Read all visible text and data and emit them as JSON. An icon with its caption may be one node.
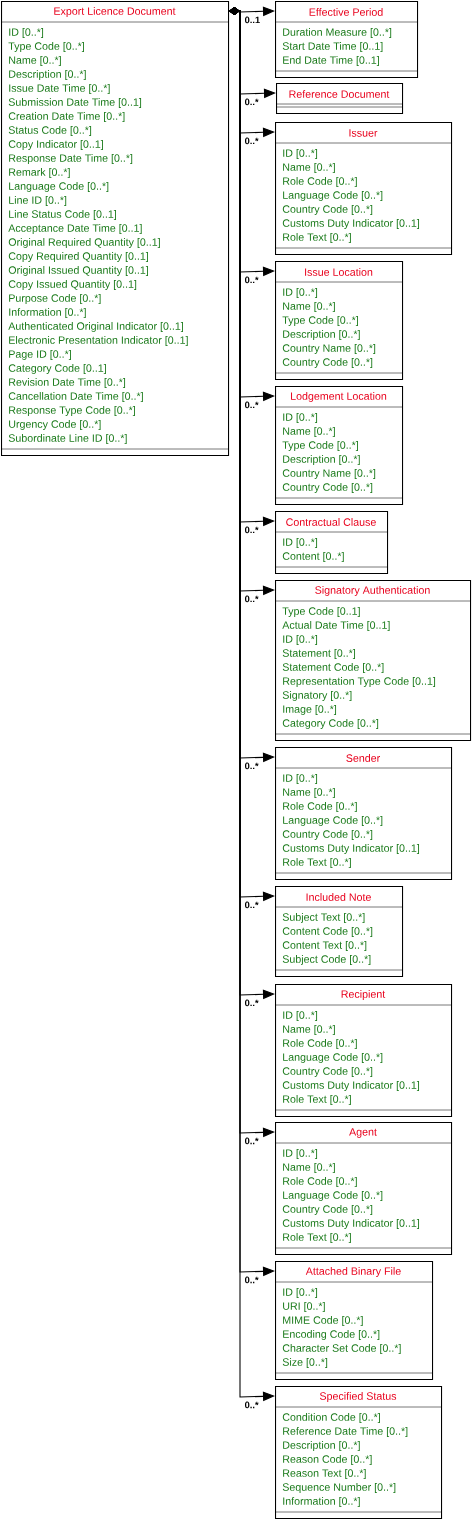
{
  "diagram": {
    "nodes": [
      {
        "text": [
          "Export Licence Document",
          "ID [0..*]",
          "Type Code [0..*]",
          "Name [0..*]",
          "Description [0..*]",
          "Issue Date Time [0..*]",
          "Submission Date Time [0..1]",
          "Creation Date Time [0..*]",
          "Status Code [0..*]",
          "Copy Indicator [0..1]",
          "Response Date Time [0..*]",
          "Remark [0..*]",
          "Language Code [0..*]",
          "Line ID [0..*]",
          "Line Status Code [0..1]",
          "Acceptance Date Time [0..1]",
          "Original Required Quantity [0..1]",
          "Copy Required Quantity [0..1]",
          "Original Issued Quantity [0..1]",
          "Copy Issued Quantity [0..1]",
          "Purpose Code [0..*]",
          "Information [0..*]",
          "Authenticated Original Indicator [0..1]",
          "Electronic Presentation Indicator [0..1]",
          "Page ID [0..*]",
          "Category Code [0..1]",
          "Revision Date Time [0..*]",
          "Cancellation Date Time [0..*]",
          "Response Type Code [0..*]",
          "Urgency Code [0..*]",
          "Subordinate Line ID [0..*]"
        ]
      },
      {
        "text": [
          "Effective Period",
          "Duration Measure [0..*]",
          "Start Date Time [0..1]",
          "End Date Time [0..1]"
        ]
      },
      {
        "text": [
          "Reference Document"
        ]
      },
      {
        "text": [
          "Issuer",
          "ID [0..*]",
          "Name [0..*]",
          "Role Code [0..*]",
          "Language Code [0..*]",
          "Country Code [0..*]",
          "Customs Duty Indicator [0..1]",
          "Role Text [0..*]"
        ]
      },
      {
        "text": [
          "Issue Location",
          "ID [0..*]",
          "Name [0..*]",
          "Type Code [0..*]",
          "Description [0..*]",
          "Country Name [0..*]",
          "Country Code [0..*]"
        ]
      },
      {
        "text": [
          "Lodgement Location",
          "ID [0..*]",
          "Name [0..*]",
          "Type Code [0..*]",
          "Description [0..*]",
          "Country Name [0..*]",
          "Country Code [0..*]"
        ]
      },
      {
        "text": [
          "Contractual Clause",
          "ID [0..*]",
          "Content [0..*]"
        ]
      },
      {
        "text": [
          "Signatory Authentication",
          "Type Code [0..1]",
          "Actual Date Time [0..1]",
          "ID [0..*]",
          "Statement [0..*]",
          "Statement Code [0..*]",
          "Representation Type Code [0..1]",
          "Signatory [0..*]",
          "Image [0..*]",
          "Category Code [0..*]"
        ]
      },
      {
        "text": [
          "Sender",
          "ID [0..*]",
          "Name [0..*]",
          "Role Code [0..*]",
          "Language Code [0..*]",
          "Country Code [0..*]",
          "Customs Duty Indicator [0..1]",
          "Role Text [0..*]"
        ]
      },
      {
        "text": [
          "Included Note",
          "Subject Text [0..*]",
          "Content Code [0..*]",
          "Content Text [0..*]",
          "Subject Code [0..*]"
        ]
      },
      {
        "text": [
          "Recipient",
          "ID [0..*]",
          "Name [0..*]",
          "Role Code [0..*]",
          "Language Code [0..*]",
          "Country Code [0..*]",
          "Customs Duty Indicator [0..1]",
          "Role Text [0..*]"
        ]
      },
      {
        "text": [
          "Agent",
          "ID [0..*]",
          "Name [0..*]",
          "Role Code [0..*]",
          "Language Code [0..*]",
          "Country Code [0..*]",
          "Customs Duty Indicator [0..1]",
          "Role Text [0..*]"
        ]
      },
      {
        "text": [
          "Attached Binary File",
          "ID [0..*]",
          "URI [0..*]",
          "MIME Code [0..*]",
          "Encoding Code [0..*]",
          "Character Set Code [0..*]",
          "Size [0..*]"
        ]
      },
      {
        "text": [
          "Specified Status",
          "Condition Code [0..*]",
          "Reference Date Time [0..*]",
          "Description [0..*]",
          "Reason Code [0..*]",
          "Reason Text [0..*]",
          "Sequence Number [0..*]",
          "Information [0..*]"
        ]
      }
    ],
    "edges": [
      {
        "from": 0,
        "to": 1,
        "arrow": "to",
        "label": "0..1"
      },
      {
        "from": 0,
        "to": 2,
        "arrow": "to",
        "label": "0..*"
      },
      {
        "from": 0,
        "to": 3,
        "arrow": "to",
        "label": "0..*"
      },
      {
        "from": 0,
        "to": 4,
        "arrow": "to",
        "label": "0..*"
      },
      {
        "from": 0,
        "to": 5,
        "arrow": "to",
        "label": "0..*"
      },
      {
        "from": 0,
        "to": 6,
        "arrow": "to",
        "label": "0..*"
      },
      {
        "from": 0,
        "to": 7,
        "arrow": "to",
        "label": "0..*"
      },
      {
        "from": 0,
        "to": 8,
        "arrow": "to",
        "label": "0..*"
      },
      {
        "from": 0,
        "to": 9,
        "arrow": "to",
        "label": "0..*"
      },
      {
        "from": 0,
        "to": 10,
        "arrow": "to",
        "label": "0..*"
      },
      {
        "from": 0,
        "to": 11,
        "arrow": "to",
        "label": "0..*"
      },
      {
        "from": 0,
        "to": 12,
        "arrow": "to",
        "label": "0..*"
      },
      {
        "from": 0,
        "to": 13,
        "arrow": "to",
        "label": "0..*"
      }
    ]
  }
}
